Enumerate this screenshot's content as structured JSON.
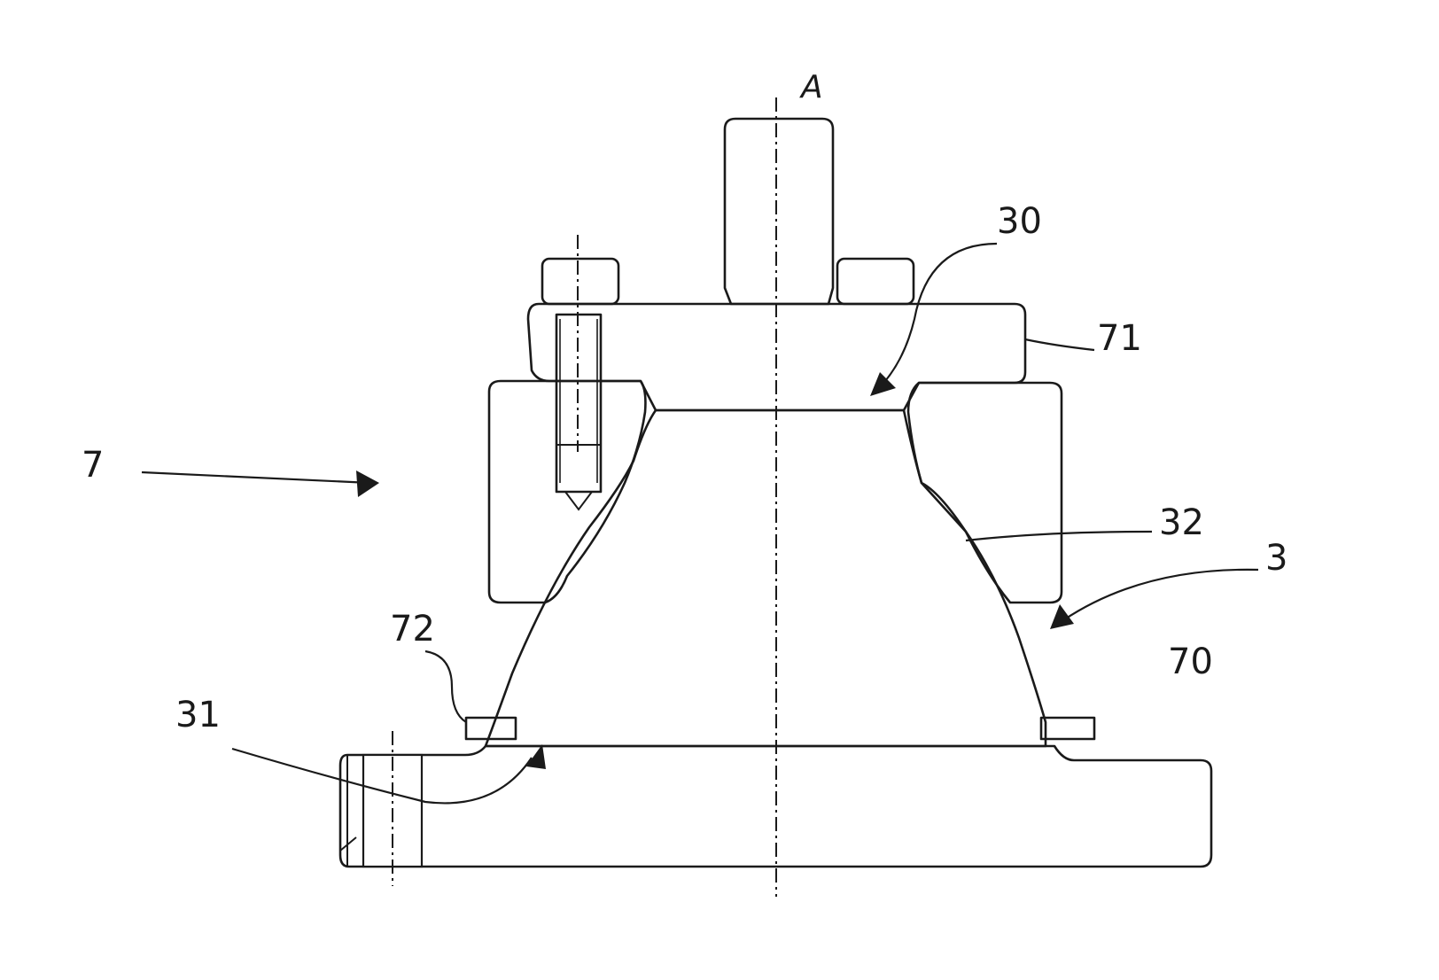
{
  "labels": {
    "axis": "A",
    "ref_7": "7",
    "ref_30": "30",
    "ref_71": "71",
    "ref_32": "32",
    "ref_3": "3",
    "ref_72": "72",
    "ref_70": "70",
    "ref_31": "31"
  }
}
